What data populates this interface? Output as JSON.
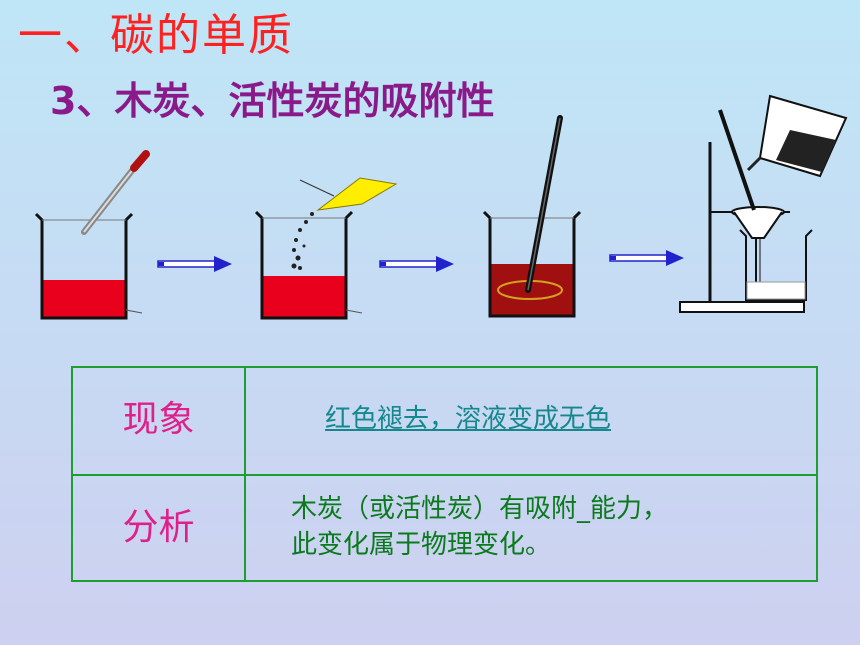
{
  "slide": {
    "title": "一、碳的单质",
    "subtitle": "3、木炭、活性炭的吸附性"
  },
  "table": {
    "rows": [
      {
        "label": "现象",
        "content": "红色褪去，溶液变成无色"
      },
      {
        "label": "分析",
        "content_line1": "木炭（或活性炭）有吸附_能力，",
        "content_line2": "此变化属于物理变化。"
      }
    ]
  },
  "colors": {
    "title": "#ff2020",
    "subtitle": "#8a1a8a",
    "table_border": "#1e9e2e",
    "label": "#e0208a",
    "observation": "#14888c",
    "analysis": "#0a7a1c",
    "red_solution": "#e8001c",
    "arrow": "#2222cc"
  }
}
